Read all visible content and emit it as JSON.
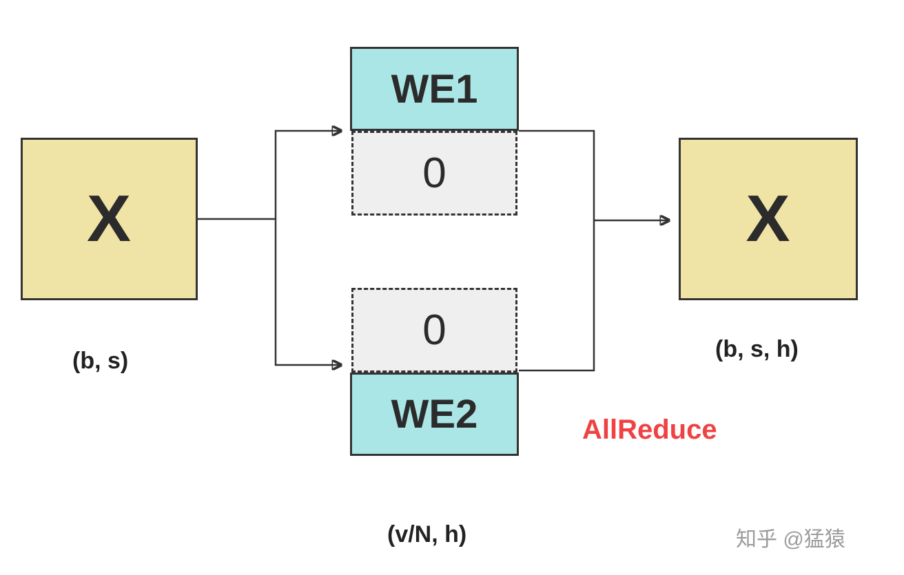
{
  "diagram": {
    "left_box": {
      "label": "X",
      "sublabel": "(b, s)"
    },
    "we1_box": {
      "label": "WE1"
    },
    "zero_top": {
      "label": "0"
    },
    "zero_bottom": {
      "label": "0"
    },
    "we2_box": {
      "label": "WE2"
    },
    "right_box": {
      "label": "X",
      "sublabel": "(b, s, h)"
    },
    "allreduce_label": "AllReduce",
    "center_dims_label": "(v/N, h)",
    "watermark": "知乎 @猛猿"
  },
  "colors": {
    "input_output_fill": "#efe3a6",
    "weight_fill": "#abe6e6",
    "zero_fill": "#efefef",
    "stroke": "#333333",
    "allreduce_text": "#f04242",
    "watermark_text": "#9b9b9b"
  }
}
